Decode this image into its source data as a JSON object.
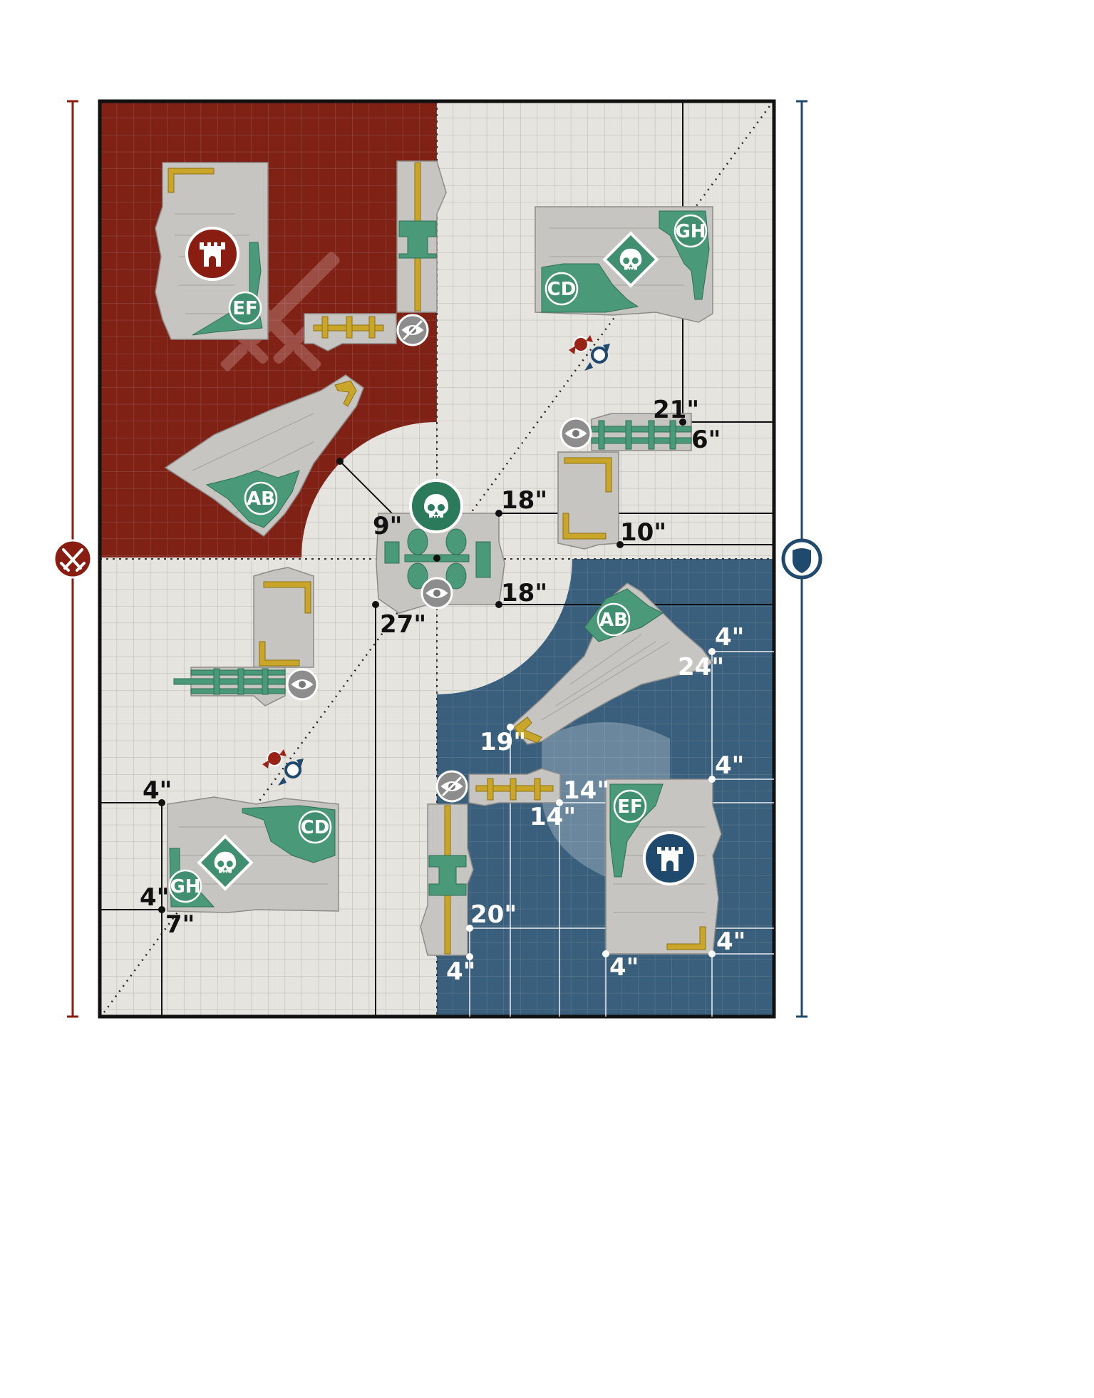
{
  "colors": {
    "attacker": "#7c1a10",
    "defender": "#335a7a",
    "neutral": "#e6e4de",
    "terrain_green": "#3f8f70",
    "wall_gold": "#c9a52a",
    "frame": "#111111"
  },
  "side_markers": {
    "attacker_icon": "crossed-swords-icon",
    "defender_icon": "shield-icon"
  },
  "objectives": {
    "center": "skull-icon",
    "attacker_home": "castle-icon",
    "defender_home": "castle-icon",
    "upper_right": "skull-icon",
    "lower_left": "skull-icon"
  },
  "terrain_labels": {
    "ef_top": "EF",
    "gh_top": "GH",
    "cd_top": "CD",
    "ab_top": "AB",
    "ab_bottom": "AB",
    "ef_bottom": "EF",
    "cd_bottom": "CD",
    "gh_bottom": "GH"
  },
  "measurements": {
    "m21": "21\"",
    "m6": "6\"",
    "m18a": "18\"",
    "m10": "10\"",
    "m9": "9\"",
    "m18b": "18\"",
    "m27": "27\"",
    "m4a": "4\"",
    "m24": "24\"",
    "m19": "19\"",
    "m4b": "4\"",
    "m14a": "14\"",
    "m14b": "14\"",
    "m20": "20\"",
    "m4c": "4\"",
    "m4d": "4\"",
    "m4e": "4\"",
    "m4f": "4\"",
    "m4g": "4\"",
    "m7": "7\""
  },
  "icons": {
    "visibility": "eye-icon",
    "obscured": "eye-slash-icon",
    "deployment_arrows": "attacker-defender-arrows-icon"
  }
}
